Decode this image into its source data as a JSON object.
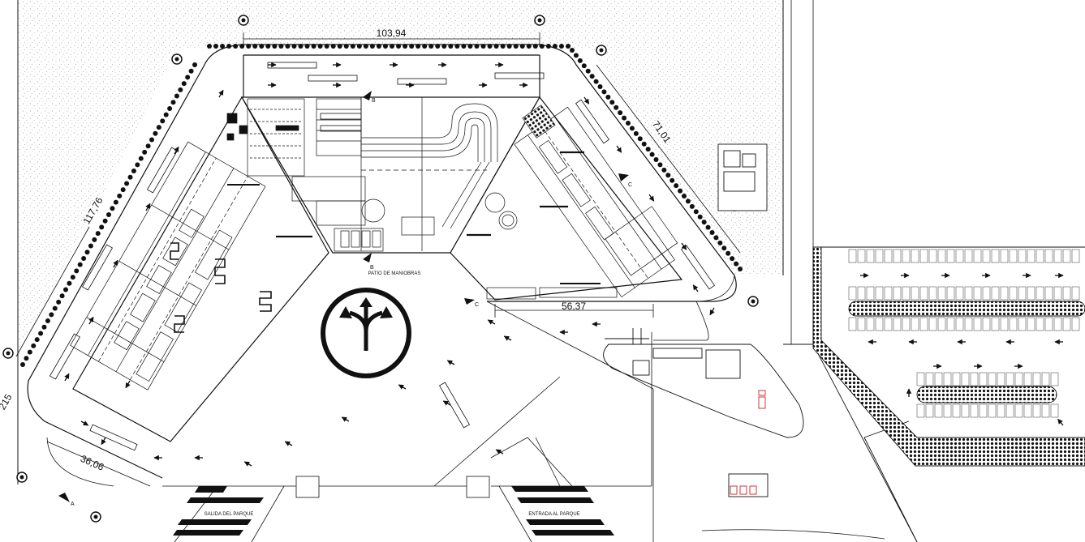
{
  "plan": {
    "dimensions": {
      "top": "103,94",
      "right_slope": "71,01",
      "left_slope": "117,76",
      "bottom_left": "36,06",
      "right_bottom": "56,37",
      "left_partial": "215"
    },
    "labels": {
      "patio": "PATIO DE MANIOBRAS",
      "salida": "SALIDA DEL PARQUE",
      "entrada": "ENTRADA AL PARQUE"
    },
    "section_marks": {
      "a": "A",
      "b_top": "B",
      "b_bottom": "B",
      "c_right": "C",
      "c_left": "C"
    },
    "icons": {
      "roundabout": "direction-split-arrow-icon",
      "north": "section-marker-icon"
    },
    "colors": {
      "line": "#111111",
      "stipple": "#9a9a9a",
      "hedge": "#111111",
      "accent_red": "#cc2222"
    }
  }
}
